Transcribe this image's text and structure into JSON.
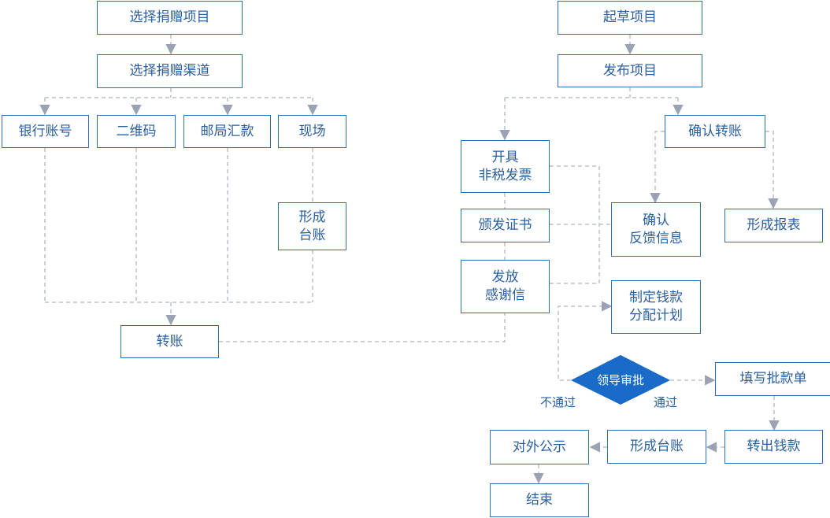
{
  "left_flow": {
    "select_project": "选择捐赠项目",
    "select_channel": "选择捐赠渠道",
    "channels": [
      "银行账号",
      "二维码",
      "邮局汇款",
      "现场"
    ],
    "ledger": [
      "形成",
      "台账"
    ],
    "transfer": "转账"
  },
  "right_flow": {
    "draft": "起草项目",
    "publish": "发布项目",
    "confirm_transfer": "确认转账",
    "invoice": [
      "开具",
      "非税发票"
    ],
    "certificate": "颁发证书",
    "thanks_letter": [
      "发放",
      "感谢信"
    ],
    "feedback": [
      "确认",
      "反馈信息"
    ],
    "report": "形成报表",
    "allocation_plan": [
      "制定钱款",
      "分配计划"
    ],
    "approval": "领导审批",
    "not_passed": "不通过",
    "passed": "通过",
    "fill_form": "填写批款单",
    "transfer_out": "转出钱款",
    "ledger": "形成台账",
    "publicity": "对外公示",
    "end": "结束"
  },
  "colors": {
    "border": "#2f6fb3",
    "text": "#2a5f9e",
    "connector": "#b9bfcc",
    "arrow": "#9aa2b3",
    "decision_fill": "#1a6bc7"
  }
}
